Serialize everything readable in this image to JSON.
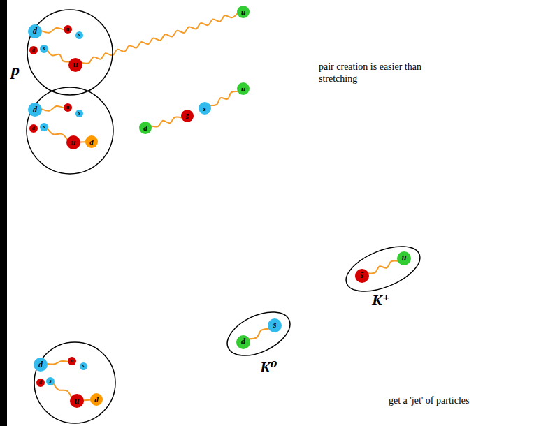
{
  "diagram": {
    "nodes": [
      {
        "text": [
          "p"
        ]
      },
      {
        "text": [
          "d"
        ],
        "in": 0
      },
      {
        "text": [
          "u"
        ],
        "in": 0
      },
      {
        "text": [
          "s"
        ],
        "in": 0
      },
      {
        "text": [
          "d"
        ],
        "in": 0
      },
      {
        "text": [
          "s"
        ],
        "in": 0
      },
      {
        "text": [
          "u"
        ],
        "in": 0
      },
      {
        "text": [
          "u"
        ]
      },
      {
        "text": [
          "d"
        ]
      },
      {
        "text": [
          "u"
        ]
      },
      {
        "text": [
          "s"
        ]
      },
      {
        "text": [
          "d"
        ]
      },
      {
        "text": [
          "s"
        ]
      },
      {
        "text": [
          "u"
        ]
      },
      {
        "text": [
          "d"
        ]
      },
      {
        "text": [
          "d"
        ]
      },
      {
        "text": [
          "s̄"
        ]
      },
      {
        "text": [
          "s"
        ]
      },
      {
        "text": [
          "u"
        ]
      },
      {
        "text": [
          "K⁺"
        ]
      },
      {
        "text": [
          "s̄"
        ],
        "in": 19
      },
      {
        "text": [
          "u"
        ],
        "in": 19
      },
      {
        "text": [
          "K⁰"
        ]
      },
      {
        "text": [
          "d"
        ],
        "in": 22
      },
      {
        "text": [
          "s"
        ],
        "in": 22
      },
      {
        "text": [
          "d"
        ]
      },
      {
        "text": [
          "u"
        ]
      },
      {
        "text": [
          "s"
        ]
      },
      {
        "text": [
          "d"
        ]
      },
      {
        "text": [
          "s"
        ]
      },
      {
        "text": [
          "u"
        ]
      },
      {
        "text": [
          "d"
        ]
      }
    ],
    "edges": [
      {
        "from": 1,
        "to": 2,
        "arrow": "none"
      },
      {
        "from": 5,
        "to": 6,
        "arrow": "none"
      },
      {
        "from": 6,
        "to": 7,
        "arrow": "none"
      },
      {
        "from": 8,
        "to": 9,
        "arrow": "none"
      },
      {
        "from": 12,
        "to": 13,
        "arrow": "none"
      },
      {
        "from": 13,
        "to": 14,
        "arrow": "none"
      },
      {
        "from": 15,
        "to": 16,
        "arrow": "none"
      },
      {
        "from": 17,
        "to": 18,
        "arrow": "none"
      },
      {
        "from": 20,
        "to": 21,
        "arrow": "none"
      },
      {
        "from": 23,
        "to": 24,
        "arrow": "none"
      },
      {
        "from": 25,
        "to": 26,
        "arrow": "none"
      },
      {
        "from": 29,
        "to": 30,
        "arrow": "none"
      },
      {
        "from": 30,
        "to": 31,
        "arrow": "none"
      }
    ],
    "labels": [
      "pair creation is easier than stretching",
      "get a 'jet' of particles"
    ]
  }
}
